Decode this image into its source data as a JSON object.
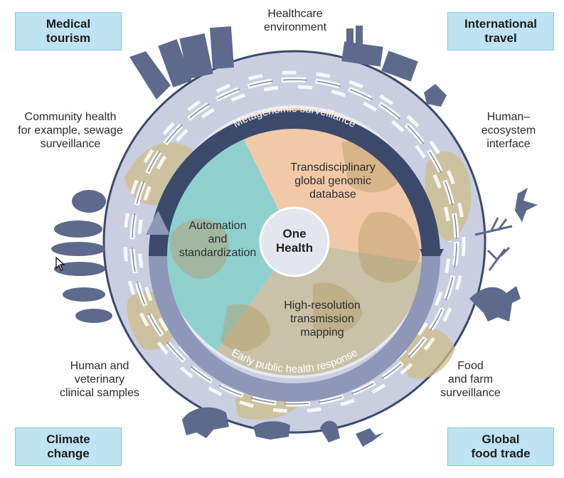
{
  "corners": {
    "top_left": "Medical\ntourism",
    "top_right": "International\ntravel",
    "bottom_left": "Climate\nchange",
    "bottom_right": "Global\nfood trade"
  },
  "outer_labels": {
    "top": "Healthcare\nenvironment",
    "left_upper": "Community health\nfor example, sewage\nsurveillance",
    "right_upper": "Human–\necosystem\ninterface",
    "left_lower": "Human and\nveterinary\nclinical samples",
    "right_lower": "Food\nand farm\nsurveillance"
  },
  "ring": {
    "top_arrow": "Metagenomic surveillance",
    "bottom_arrow": "Early public health response"
  },
  "sectors": {
    "upper": "Transdisciplinary\nglobal genomic\ndatabase",
    "left": "Automation\nand\nstandardization",
    "lower": "High-resolution\ntransmission\nmapping"
  },
  "center": "One\nHealth",
  "colors": {
    "corner_fill": "#bfe3f3",
    "globe_ring": "#c9cfe0",
    "dark_arrow": "#3b4a6b",
    "light_arrow": "#8e97b8",
    "sector_upper": "#f2c9a6",
    "sector_left": "#8fd0cf",
    "sector_lower": "#c9c1a8",
    "silhouettes": "#5d6a8c"
  },
  "icons": [
    "buildings-icon",
    "factory-icon",
    "house-icon",
    "people-silhouettes-icon",
    "bat-icon",
    "plant-icon",
    "deer-icon",
    "cow-icon",
    "pig-icon",
    "chicken-icon",
    "bird-icon",
    "dna-helix-icon",
    "cursor-icon"
  ]
}
